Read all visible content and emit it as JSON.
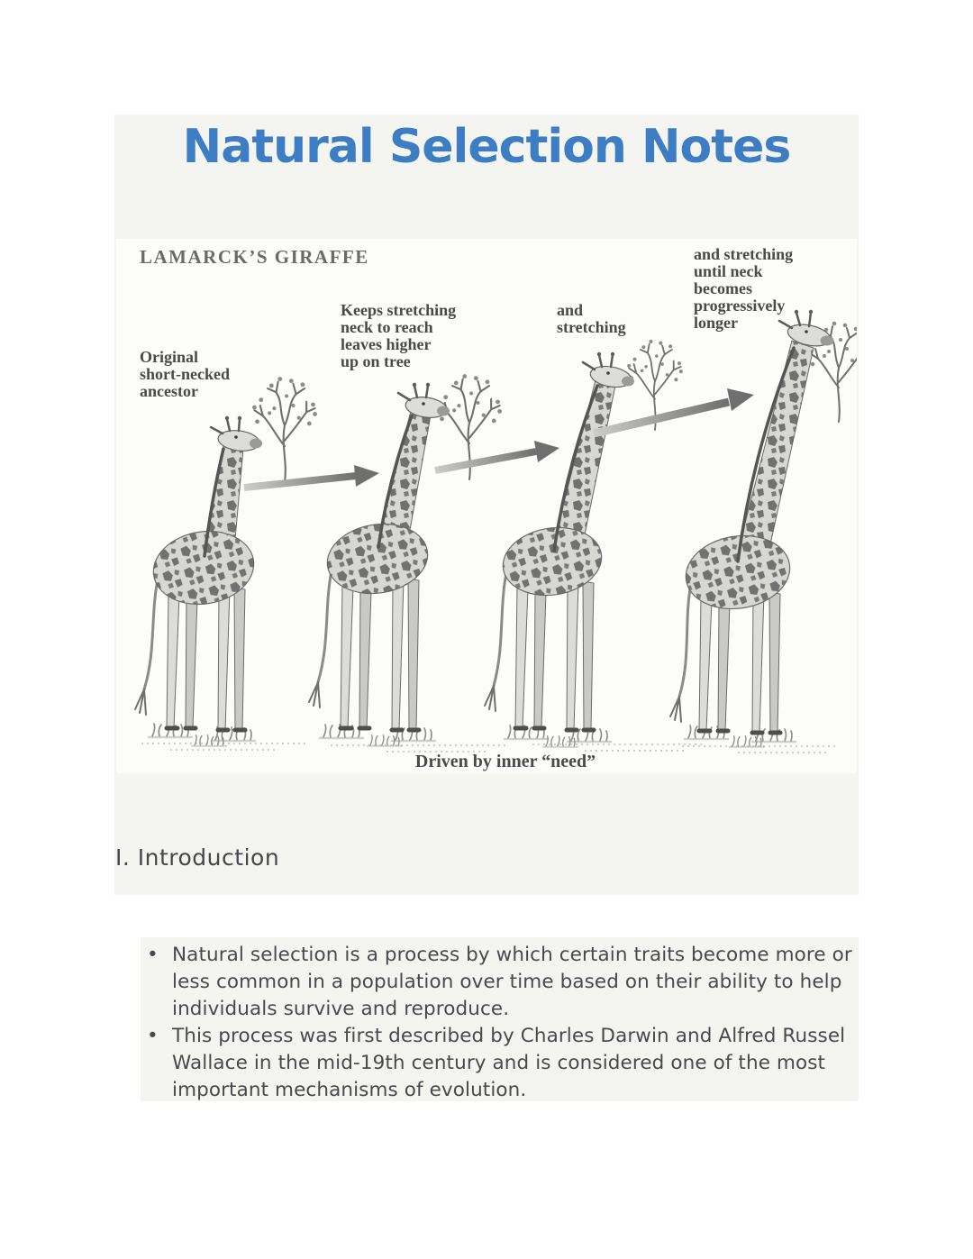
{
  "page_title": "Natural Selection Notes",
  "colors": {
    "title_blue": "#3d7dc3",
    "panel_gray": "#f4f4f1",
    "body_text": "#47494d"
  },
  "figure": {
    "heading": "LAMARCK’S GIRAFFE",
    "label_ancestor": "Original\nshort-necked\nancestor",
    "label_stretching": "Keeps stretching\nneck to reach\nleaves higher\nup on tree",
    "label_and_stretching": "and\nstretching",
    "label_progressively": "and stretching\nuntil neck\nbecomes\nprogressively\nlonger",
    "caption": "Driven by inner “need”"
  },
  "sections": [
    {
      "heading": "I. Introduction",
      "bullets": [
        "Natural selection is a process by which certain traits become more or less common in a population over time based on their ability to help individuals survive and reproduce.",
        "This process was first described by Charles Darwin and Alfred Russel Wallace in the mid-19th century and is considered one of the most important mechanisms of evolution."
      ]
    }
  ]
}
